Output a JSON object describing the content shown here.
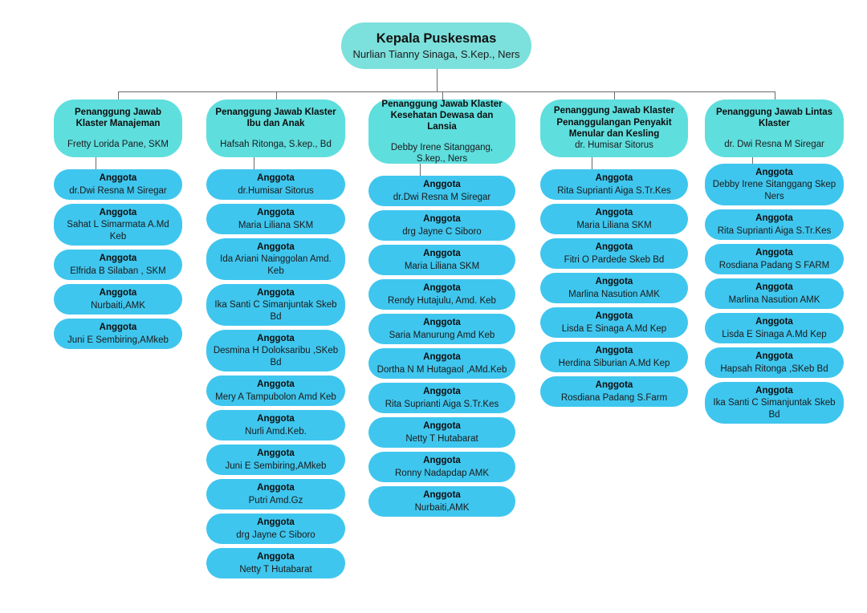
{
  "root": {
    "title": "Kepala Puskesmas",
    "name": "Nurlian Tianny Sinaga, S.Kep., Ners"
  },
  "member_label": "Anggota",
  "colors": {
    "root_fill": "#7ce0dc",
    "cluster_fill": "#5fdede",
    "member_fill": "#3fc6ee",
    "line": "#6b6b6b",
    "text": "#111111",
    "background": "#ffffff"
  },
  "columns": [
    {
      "head": {
        "title": "Penanggung Jawab Klaster Manajeman",
        "name": "Fretty Lorida Pane, SKM",
        "spaced": true
      },
      "members": [
        "dr.Dwi Resna M Siregar",
        "Sahat L Simarmata A.Md Keb",
        "Elfrida B Silaban , SKM",
        "Nurbaiti,AMK",
        "Juni E Sembiring,AMkeb"
      ]
    },
    {
      "head": {
        "title": "Penanggung Jawab Klaster Ibu dan Anak",
        "name": "Hafsah Ritonga, S.kep., Bd",
        "spaced": true
      },
      "members": [
        "dr.Humisar Sitorus",
        "Maria Liliana SKM",
        "Ida Ariani Nainggolan Amd. Keb",
        "Ika Santi C Simanjuntak Skeb Bd",
        "Desmina H Doloksaribu ,SKeb Bd",
        "Mery A Tampubolon Amd Keb",
        "Nurli Amd.Keb.",
        "Juni E Sembiring,AMkeb",
        "Putri Amd.Gz",
        "drg Jayne C Siboro",
        "Netty T Hutabarat"
      ]
    },
    {
      "head": {
        "title": "Penanggung Jawab Klaster Kesehatan Dewasa dan Lansia",
        "name": "Debby Irene Sitanggang, S.kep., Ners",
        "spaced": true
      },
      "members": [
        "dr.Dwi Resna M Siregar",
        "drg Jayne C Siboro",
        "Maria Liliana SKM",
        "Rendy Hutajulu, Amd. Keb",
        "Saria Manurung Amd Keb",
        "Dortha N M Hutagaol ,AMd.Keb",
        "Rita Suprianti Aiga S.Tr.Kes",
        "Netty T Hutabarat",
        "Ronny Nadapdap AMK",
        "Nurbaiti,AMK"
      ]
    },
    {
      "head": {
        "title": "Penanggung Jawab Klaster Penanggulangan Penyakit Menular dan Kesling",
        "name": "dr. Humisar Sitorus",
        "spaced": false
      },
      "members": [
        "Rita Suprianti Aiga S.Tr.Kes",
        "Maria Liliana SKM",
        "Fitri O Pardede Skeb Bd",
        "Marlina Nasution AMK",
        "Lisda E Sinaga A.Md Kep",
        "Herdina Siburian A.Md Kep",
        "Rosdiana Padang S.Farm"
      ]
    },
    {
      "head": {
        "title": "Penanggung Jawab Lintas Klaster",
        "name": "dr. Dwi Resna M Siregar",
        "spaced": true
      },
      "members": [
        "Debby Irene Sitanggang Skep Ners",
        "Rita Suprianti Aiga S.Tr.Kes",
        "Rosdiana Padang S FARM",
        "Marlina Nasution AMK",
        "Lisda E Sinaga A.Md Kep",
        "Hapsah Ritonga ,SKeb Bd",
        "Ika Santi C Simanjuntak Skeb Bd"
      ]
    }
  ]
}
